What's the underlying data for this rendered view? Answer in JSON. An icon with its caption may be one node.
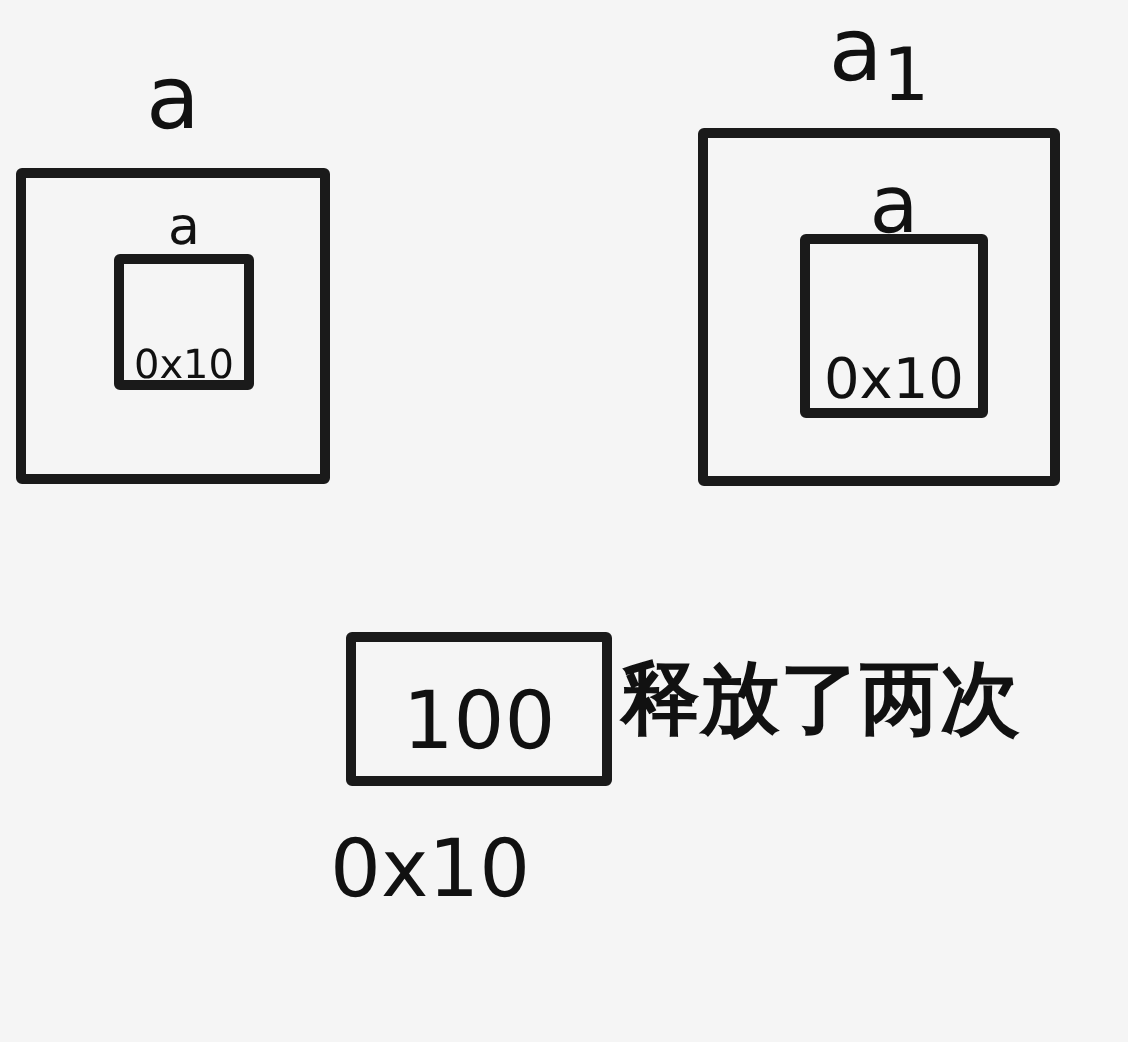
{
  "diagram": {
    "nodes": [
      {
        "text": [
          "a"
        ]
      },
      {
        "text": [
          "a",
          "0x10"
        ],
        "in": 0
      },
      {
        "text": [
          "a$_{1}$"
        ]
      },
      {
        "text": [
          "a",
          "0x10"
        ],
        "in": 2
      },
      {
        "text": [
          "100"
        ],
        "beside": [
          "0x10",
          "释放了两次"
        ]
      }
    ],
    "edges": []
  }
}
